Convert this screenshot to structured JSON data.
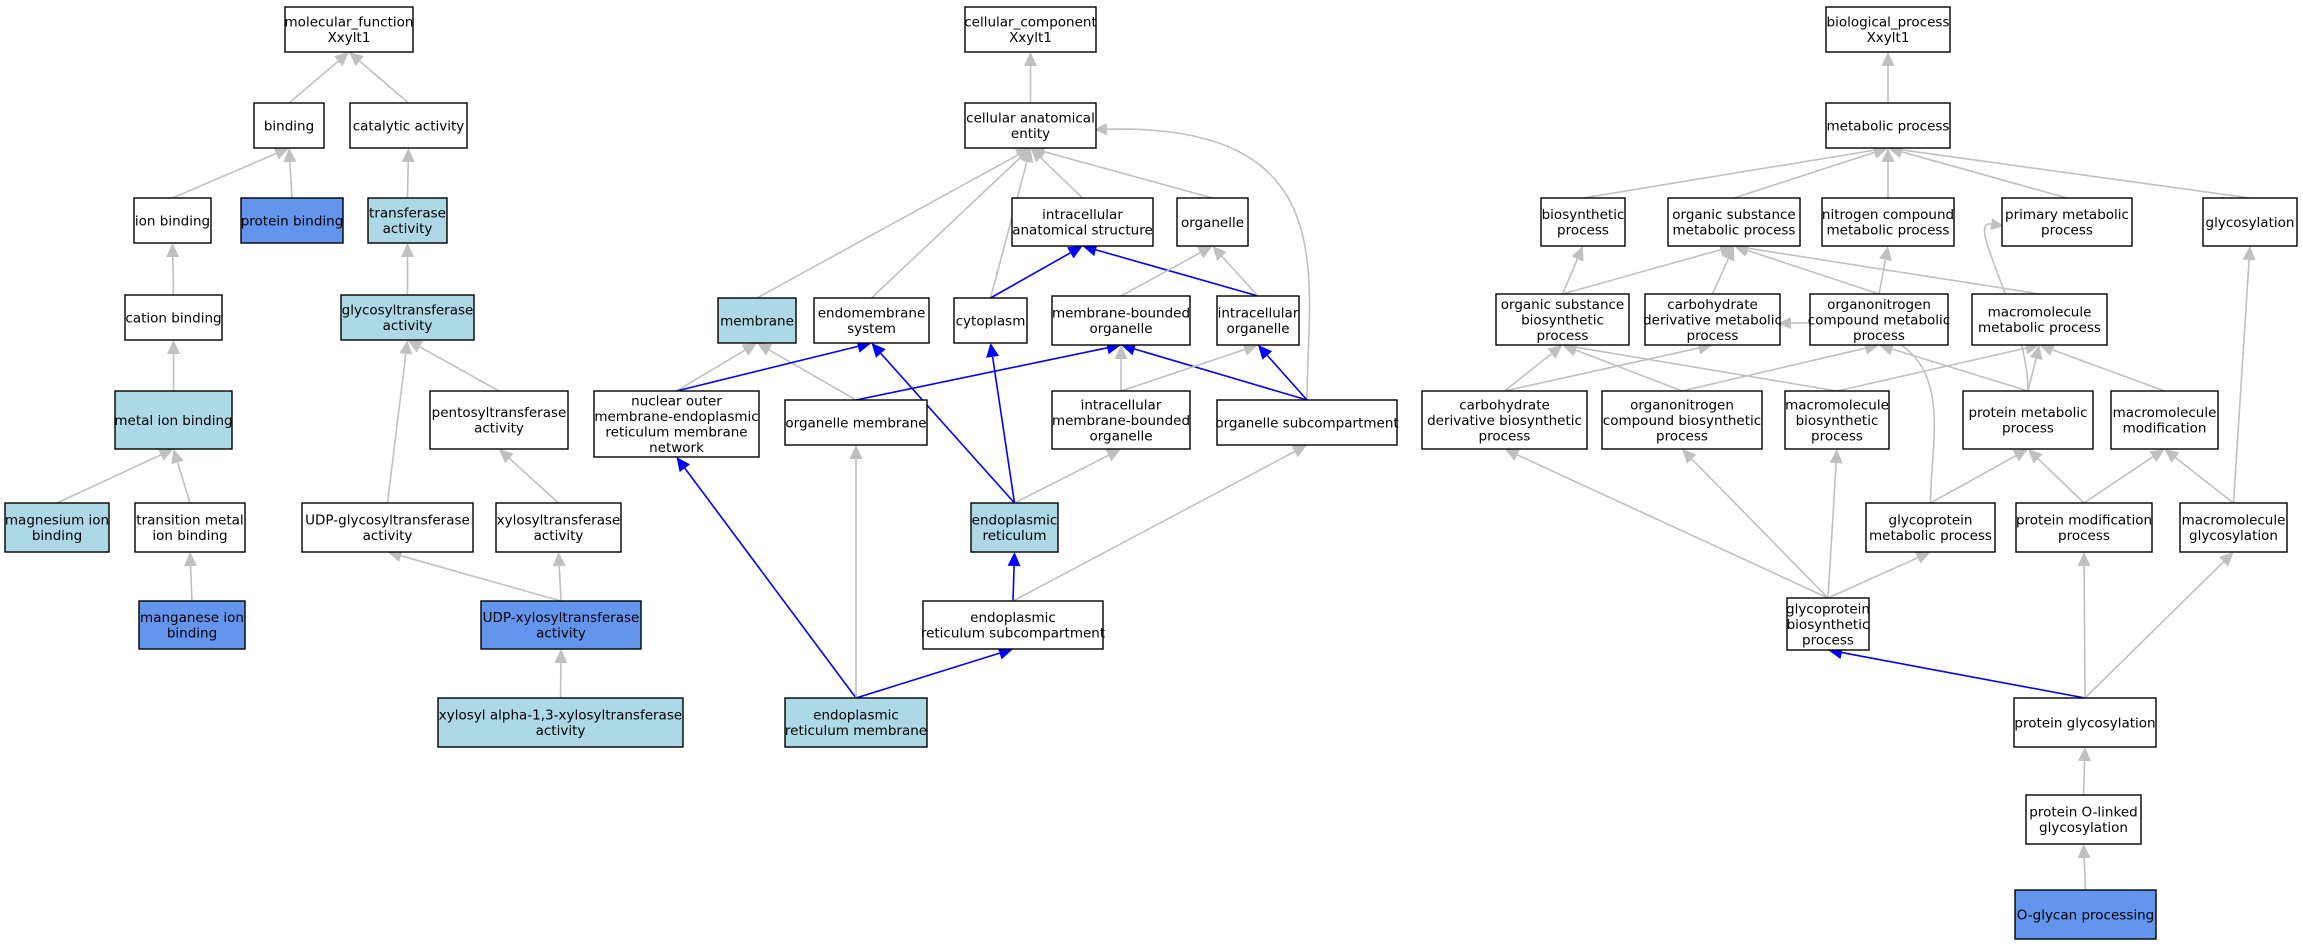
{
  "colors": {
    "white": "#ffffff",
    "light": "#add8e6",
    "dark": "#6495ed",
    "edge_grey": "#c0c0c0",
    "edge_blue": "#0000ff",
    "border": "#000000"
  },
  "nodes": [
    {
      "id": "mf_root",
      "lines": [
        "molecular_function",
        "Xxylt1"
      ],
      "fill": "white"
    },
    {
      "id": "binding",
      "lines": [
        "binding"
      ],
      "fill": "white"
    },
    {
      "id": "catalytic",
      "lines": [
        "catalytic activity"
      ],
      "fill": "white"
    },
    {
      "id": "ion_binding",
      "lines": [
        "ion binding"
      ],
      "fill": "white"
    },
    {
      "id": "protein_binding",
      "lines": [
        "protein binding"
      ],
      "fill": "dark"
    },
    {
      "id": "transferase",
      "lines": [
        "transferase",
        "activity"
      ],
      "fill": "light"
    },
    {
      "id": "cation_binding",
      "lines": [
        "cation binding"
      ],
      "fill": "white"
    },
    {
      "id": "glycosyltransferase",
      "lines": [
        "glycosyltransferase",
        "activity"
      ],
      "fill": "light"
    },
    {
      "id": "metal_ion_binding",
      "lines": [
        "metal ion binding"
      ],
      "fill": "light"
    },
    {
      "id": "pentosyltransferase",
      "lines": [
        "pentosyltransferase",
        "activity"
      ],
      "fill": "white"
    },
    {
      "id": "magnesium",
      "lines": [
        "magnesium ion",
        "binding"
      ],
      "fill": "light"
    },
    {
      "id": "transition_metal",
      "lines": [
        "transition metal",
        "ion binding"
      ],
      "fill": "white"
    },
    {
      "id": "udp_glycosyl",
      "lines": [
        "UDP-glycosyltransferase",
        "activity"
      ],
      "fill": "white"
    },
    {
      "id": "xylosyltransferase",
      "lines": [
        "xylosyltransferase",
        "activity"
      ],
      "fill": "white"
    },
    {
      "id": "manganese",
      "lines": [
        "manganese ion",
        "binding"
      ],
      "fill": "dark"
    },
    {
      "id": "udp_xylosyl",
      "lines": [
        "UDP-xylosyltransferase",
        "activity"
      ],
      "fill": "dark"
    },
    {
      "id": "xylosyl_alpha",
      "lines": [
        "xylosyl alpha-1,3-xylosyltransferase",
        "activity"
      ],
      "fill": "light"
    },
    {
      "id": "cc_root",
      "lines": [
        "cellular_component",
        "Xxylt1"
      ],
      "fill": "white"
    },
    {
      "id": "cell_anat",
      "lines": [
        "cellular anatomical",
        "entity"
      ],
      "fill": "white"
    },
    {
      "id": "intracell_anat",
      "lines": [
        "intracellular",
        "anatomical structure"
      ],
      "fill": "white"
    },
    {
      "id": "organelle",
      "lines": [
        "organelle"
      ],
      "fill": "white"
    },
    {
      "id": "membrane",
      "lines": [
        "membrane"
      ],
      "fill": "light"
    },
    {
      "id": "endomembrane",
      "lines": [
        "endomembrane",
        "system"
      ],
      "fill": "white"
    },
    {
      "id": "cytoplasm",
      "lines": [
        "cytoplasm"
      ],
      "fill": "white"
    },
    {
      "id": "mem_bound_org",
      "lines": [
        "membrane-bounded",
        "organelle"
      ],
      "fill": "white"
    },
    {
      "id": "intracell_org",
      "lines": [
        "intracellular",
        "organelle"
      ],
      "fill": "white"
    },
    {
      "id": "nuclear_outer",
      "lines": [
        "nuclear outer",
        "membrane-endoplasmic",
        "reticulum membrane",
        "network"
      ],
      "fill": "white"
    },
    {
      "id": "org_membrane",
      "lines": [
        "organelle membrane"
      ],
      "fill": "white"
    },
    {
      "id": "intracell_mem_org",
      "lines": [
        "intracellular",
        "membrane-bounded",
        "organelle"
      ],
      "fill": "white"
    },
    {
      "id": "org_subcomp",
      "lines": [
        "organelle subcompartment"
      ],
      "fill": "white"
    },
    {
      "id": "er",
      "lines": [
        "endoplasmic",
        "reticulum"
      ],
      "fill": "light"
    },
    {
      "id": "er_subcomp",
      "lines": [
        "endoplasmic",
        "reticulum subcompartment"
      ],
      "fill": "white"
    },
    {
      "id": "er_membrane",
      "lines": [
        "endoplasmic",
        "reticulum membrane"
      ],
      "fill": "light"
    },
    {
      "id": "bp_root",
      "lines": [
        "biological_process",
        "Xxylt1"
      ],
      "fill": "white"
    },
    {
      "id": "metabolic",
      "lines": [
        "metabolic process"
      ],
      "fill": "white"
    },
    {
      "id": "biosynthetic",
      "lines": [
        "biosynthetic",
        "process"
      ],
      "fill": "white"
    },
    {
      "id": "org_sub_met",
      "lines": [
        "organic substance",
        "metabolic process"
      ],
      "fill": "white"
    },
    {
      "id": "nitrogen_met",
      "lines": [
        "nitrogen compound",
        "metabolic process"
      ],
      "fill": "white"
    },
    {
      "id": "primary_met",
      "lines": [
        "primary metabolic",
        "process"
      ],
      "fill": "white"
    },
    {
      "id": "glycosylation",
      "lines": [
        "glycosylation"
      ],
      "fill": "white"
    },
    {
      "id": "org_sub_bio",
      "lines": [
        "organic substance",
        "biosynthetic",
        "process"
      ],
      "fill": "white"
    },
    {
      "id": "carb_deriv_met",
      "lines": [
        "carbohydrate",
        "derivative metabolic",
        "process"
      ],
      "fill": "white"
    },
    {
      "id": "organonitro_met",
      "lines": [
        "organonitrogen",
        "compound metabolic",
        "process"
      ],
      "fill": "white"
    },
    {
      "id": "macro_met",
      "lines": [
        "macromolecule",
        "metabolic process"
      ],
      "fill": "white"
    },
    {
      "id": "carb_deriv_bio",
      "lines": [
        "carbohydrate",
        "derivative biosynthetic",
        "process"
      ],
      "fill": "white"
    },
    {
      "id": "organonitro_bio",
      "lines": [
        "organonitrogen",
        "compound biosynthetic",
        "process"
      ],
      "fill": "white"
    },
    {
      "id": "macro_bio",
      "lines": [
        "macromolecule",
        "biosynthetic",
        "process"
      ],
      "fill": "white"
    },
    {
      "id": "protein_met",
      "lines": [
        "protein metabolic",
        "process"
      ],
      "fill": "white"
    },
    {
      "id": "macro_mod",
      "lines": [
        "macromolecule",
        "modification"
      ],
      "fill": "white"
    },
    {
      "id": "glycoprot_met",
      "lines": [
        "glycoprotein",
        "metabolic process"
      ],
      "fill": "white"
    },
    {
      "id": "protein_mod",
      "lines": [
        "protein modification",
        "process"
      ],
      "fill": "white"
    },
    {
      "id": "macro_glyc",
      "lines": [
        "macromolecule",
        "glycosylation"
      ],
      "fill": "white"
    },
    {
      "id": "glycoprot_bio",
      "lines": [
        "glycoprotein",
        "biosynthetic",
        "process"
      ],
      "fill": "white"
    },
    {
      "id": "protein_glyc",
      "lines": [
        "protein glycosylation"
      ],
      "fill": "white"
    },
    {
      "id": "protein_o_linked",
      "lines": [
        "protein O-linked",
        "glycosylation"
      ],
      "fill": "white"
    },
    {
      "id": "o_glycan",
      "lines": [
        "O-glycan processing"
      ],
      "fill": "dark"
    }
  ],
  "edges": [
    {
      "from": "binding",
      "to": "mf_root",
      "color": "grey"
    },
    {
      "from": "catalytic",
      "to": "mf_root",
      "color": "grey"
    },
    {
      "from": "ion_binding",
      "to": "binding",
      "color": "grey"
    },
    {
      "from": "protein_binding",
      "to": "binding",
      "color": "grey"
    },
    {
      "from": "transferase",
      "to": "catalytic",
      "color": "grey"
    },
    {
      "from": "cation_binding",
      "to": "ion_binding",
      "color": "grey"
    },
    {
      "from": "glycosyltransferase",
      "to": "transferase",
      "color": "grey"
    },
    {
      "from": "metal_ion_binding",
      "to": "cation_binding",
      "color": "grey"
    },
    {
      "from": "pentosyltransferase",
      "to": "glycosyltransferase",
      "color": "grey"
    },
    {
      "from": "udp_glycosyl",
      "to": "glycosyltransferase",
      "color": "grey"
    },
    {
      "from": "magnesium",
      "to": "metal_ion_binding",
      "color": "grey"
    },
    {
      "from": "transition_metal",
      "to": "metal_ion_binding",
      "color": "grey"
    },
    {
      "from": "manganese",
      "to": "transition_metal",
      "color": "grey"
    },
    {
      "from": "xylosyltransferase",
      "to": "pentosyltransferase",
      "color": "grey"
    },
    {
      "from": "udp_xylosyl",
      "to": "udp_glycosyl",
      "color": "grey"
    },
    {
      "from": "udp_xylosyl",
      "to": "xylosyltransferase",
      "color": "grey"
    },
    {
      "from": "xylosyl_alpha",
      "to": "udp_xylosyl",
      "color": "grey"
    },
    {
      "from": "cell_anat",
      "to": "cc_root",
      "color": "grey"
    },
    {
      "from": "intracell_anat",
      "to": "cell_anat",
      "color": "grey"
    },
    {
      "from": "organelle",
      "to": "cell_anat",
      "color": "grey"
    },
    {
      "from": "membrane",
      "to": "cell_anat",
      "color": "grey"
    },
    {
      "from": "endomembrane",
      "to": "cell_anat",
      "color": "grey"
    },
    {
      "from": "cytoplasm",
      "to": "cell_anat",
      "color": "grey"
    },
    {
      "from": "org_subcomp",
      "to": "cell_anat",
      "color": "grey",
      "curve": true
    },
    {
      "from": "cytoplasm",
      "to": "intracell_anat",
      "color": "blue"
    },
    {
      "from": "intracell_org",
      "to": "intracell_anat",
      "color": "blue"
    },
    {
      "from": "mem_bound_org",
      "to": "organelle",
      "color": "grey"
    },
    {
      "from": "intracell_org",
      "to": "organelle",
      "color": "grey"
    },
    {
      "from": "nuclear_outer",
      "to": "membrane",
      "color": "grey"
    },
    {
      "from": "org_membrane",
      "to": "membrane",
      "color": "grey"
    },
    {
      "from": "nuclear_outer",
      "to": "endomembrane",
      "color": "blue"
    },
    {
      "from": "er",
      "to": "endomembrane",
      "color": "blue"
    },
    {
      "from": "er",
      "to": "cytoplasm",
      "color": "blue"
    },
    {
      "from": "org_membrane",
      "to": "mem_bound_org",
      "color": "blue"
    },
    {
      "from": "intracell_mem_org",
      "to": "mem_bound_org",
      "color": "grey"
    },
    {
      "from": "org_subcomp",
      "to": "mem_bound_org",
      "color": "blue"
    },
    {
      "from": "intracell_mem_org",
      "to": "intracell_org",
      "color": "grey"
    },
    {
      "from": "org_subcomp",
      "to": "intracell_org",
      "color": "blue"
    },
    {
      "from": "er",
      "to": "intracell_mem_org",
      "color": "grey"
    },
    {
      "from": "er_subcomp",
      "to": "er",
      "color": "blue"
    },
    {
      "from": "er_subcomp",
      "to": "org_subcomp",
      "color": "grey"
    },
    {
      "from": "er_membrane",
      "to": "nuclear_outer",
      "color": "blue"
    },
    {
      "from": "er_membrane",
      "to": "org_membrane",
      "color": "grey"
    },
    {
      "from": "er_membrane",
      "to": "er_subcomp",
      "color": "blue"
    },
    {
      "from": "metabolic",
      "to": "bp_root",
      "color": "grey"
    },
    {
      "from": "biosynthetic",
      "to": "metabolic",
      "color": "grey"
    },
    {
      "from": "org_sub_met",
      "to": "metabolic",
      "color": "grey"
    },
    {
      "from": "nitrogen_met",
      "to": "metabolic",
      "color": "grey"
    },
    {
      "from": "primary_met",
      "to": "metabolic",
      "color": "grey"
    },
    {
      "from": "glycosylation",
      "to": "metabolic",
      "color": "grey"
    },
    {
      "from": "org_sub_bio",
      "to": "biosynthetic",
      "color": "grey"
    },
    {
      "from": "org_sub_bio",
      "to": "org_sub_met",
      "color": "grey"
    },
    {
      "from": "carb_deriv_met",
      "to": "org_sub_met",
      "color": "grey"
    },
    {
      "from": "organonitro_met",
      "to": "org_sub_met",
      "color": "grey"
    },
    {
      "from": "macro_met",
      "to": "org_sub_met",
      "color": "grey"
    },
    {
      "from": "organonitro_met",
      "to": "nitrogen_met",
      "color": "grey"
    },
    {
      "from": "protein_met",
      "to": "primary_met",
      "color": "grey",
      "curve": true
    },
    {
      "from": "macro_glyc",
      "to": "glycosylation",
      "color": "grey"
    },
    {
      "from": "carb_deriv_bio",
      "to": "org_sub_bio",
      "color": "grey"
    },
    {
      "from": "organonitro_bio",
      "to": "org_sub_bio",
      "color": "grey"
    },
    {
      "from": "macro_bio",
      "to": "org_sub_bio",
      "color": "grey"
    },
    {
      "from": "carb_deriv_bio",
      "to": "carb_deriv_met",
      "color": "grey"
    },
    {
      "from": "glycoprot_met",
      "to": "carb_deriv_met",
      "color": "grey",
      "curve": true
    },
    {
      "from": "organonitro_bio",
      "to": "organonitro_met",
      "color": "grey"
    },
    {
      "from": "protein_met",
      "to": "organonitro_met",
      "color": "grey"
    },
    {
      "from": "macro_bio",
      "to": "macro_met",
      "color": "grey"
    },
    {
      "from": "protein_met",
      "to": "macro_met",
      "color": "grey"
    },
    {
      "from": "macro_mod",
      "to": "macro_met",
      "color": "grey"
    },
    {
      "from": "glycoprot_bio",
      "to": "carb_deriv_bio",
      "color": "grey"
    },
    {
      "from": "glycoprot_bio",
      "to": "organonitro_bio",
      "color": "grey"
    },
    {
      "from": "glycoprot_bio",
      "to": "macro_bio",
      "color": "grey"
    },
    {
      "from": "glycoprot_met",
      "to": "protein_met",
      "color": "grey"
    },
    {
      "from": "protein_mod",
      "to": "protein_met",
      "color": "grey"
    },
    {
      "from": "protein_mod",
      "to": "macro_mod",
      "color": "grey"
    },
    {
      "from": "macro_glyc",
      "to": "macro_mod",
      "color": "grey"
    },
    {
      "from": "glycoprot_bio",
      "to": "glycoprot_met",
      "color": "grey"
    },
    {
      "from": "protein_glyc",
      "to": "glycoprot_bio",
      "color": "blue"
    },
    {
      "from": "protein_glyc",
      "to": "protein_mod",
      "color": "grey"
    },
    {
      "from": "protein_glyc",
      "to": "macro_glyc",
      "color": "grey"
    },
    {
      "from": "protein_o_linked",
      "to": "protein_glyc",
      "color": "grey"
    },
    {
      "from": "o_glycan",
      "to": "protein_o_linked",
      "color": "grey"
    }
  ]
}
